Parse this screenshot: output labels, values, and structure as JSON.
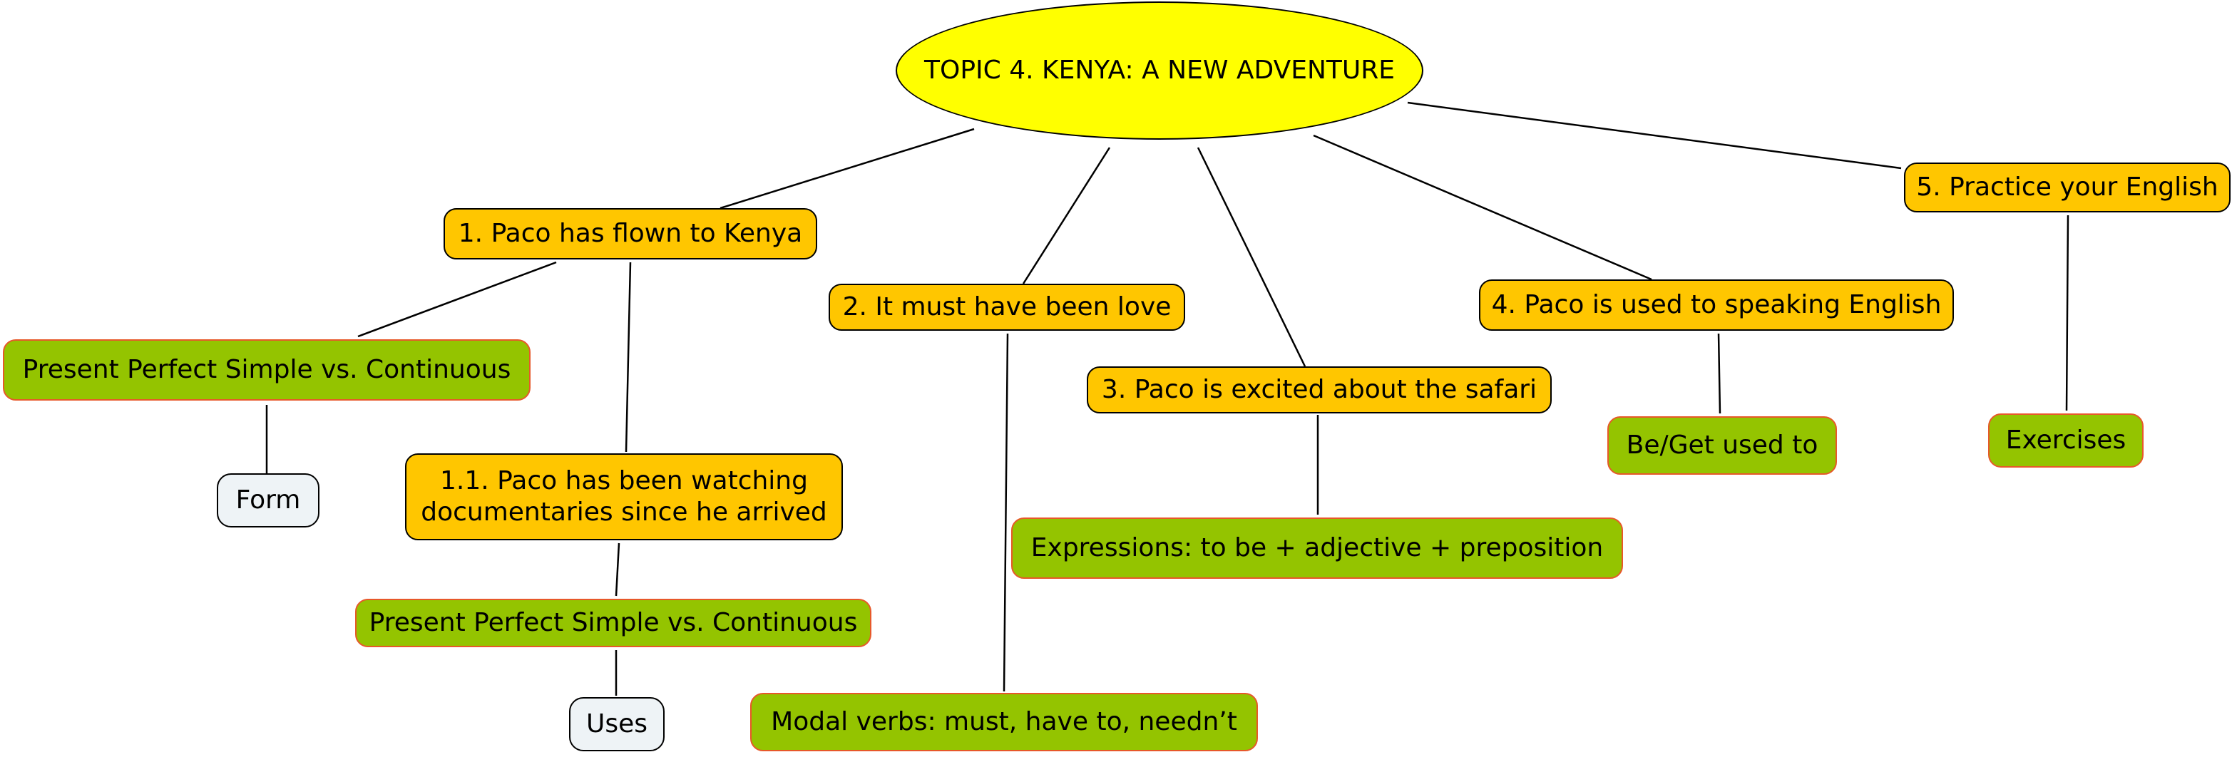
{
  "colors": {
    "root": "#ffff00",
    "topic": "#ffc600",
    "grammar": "#94c400",
    "leaf": "#eef3f6",
    "grammar_border": "#e7582a",
    "line": "#000000"
  },
  "root": {
    "label": "TOPIC 4. KENYA: A NEW ADVENTURE"
  },
  "topics": {
    "t1": {
      "label": "1. Paco has flown to Kenya"
    },
    "t1_1": {
      "line1": "1.1. Paco has been watching",
      "line2": "documentaries since he arrived"
    },
    "t2": {
      "label": "2. It must have been love"
    },
    "t3": {
      "label": "3. Paco is excited about the safari"
    },
    "t4": {
      "label": "4. Paco is used to speaking English"
    },
    "t5": {
      "label": "5. Practice your English"
    }
  },
  "grammar": {
    "g1": {
      "label": "Present Perfect Simple vs. Continuous"
    },
    "g1_1": {
      "label": "Present Perfect Simple vs. Continuous"
    },
    "g2": {
      "label": "Modal verbs: must, have to, needn’t"
    },
    "g3": {
      "label": "Expressions: to be + adjective + preposition"
    },
    "g4": {
      "label": "Be/Get used to"
    },
    "g5": {
      "label": "Exercises"
    }
  },
  "leaves": {
    "form": {
      "label": "Form"
    },
    "uses": {
      "label": "Uses"
    }
  }
}
